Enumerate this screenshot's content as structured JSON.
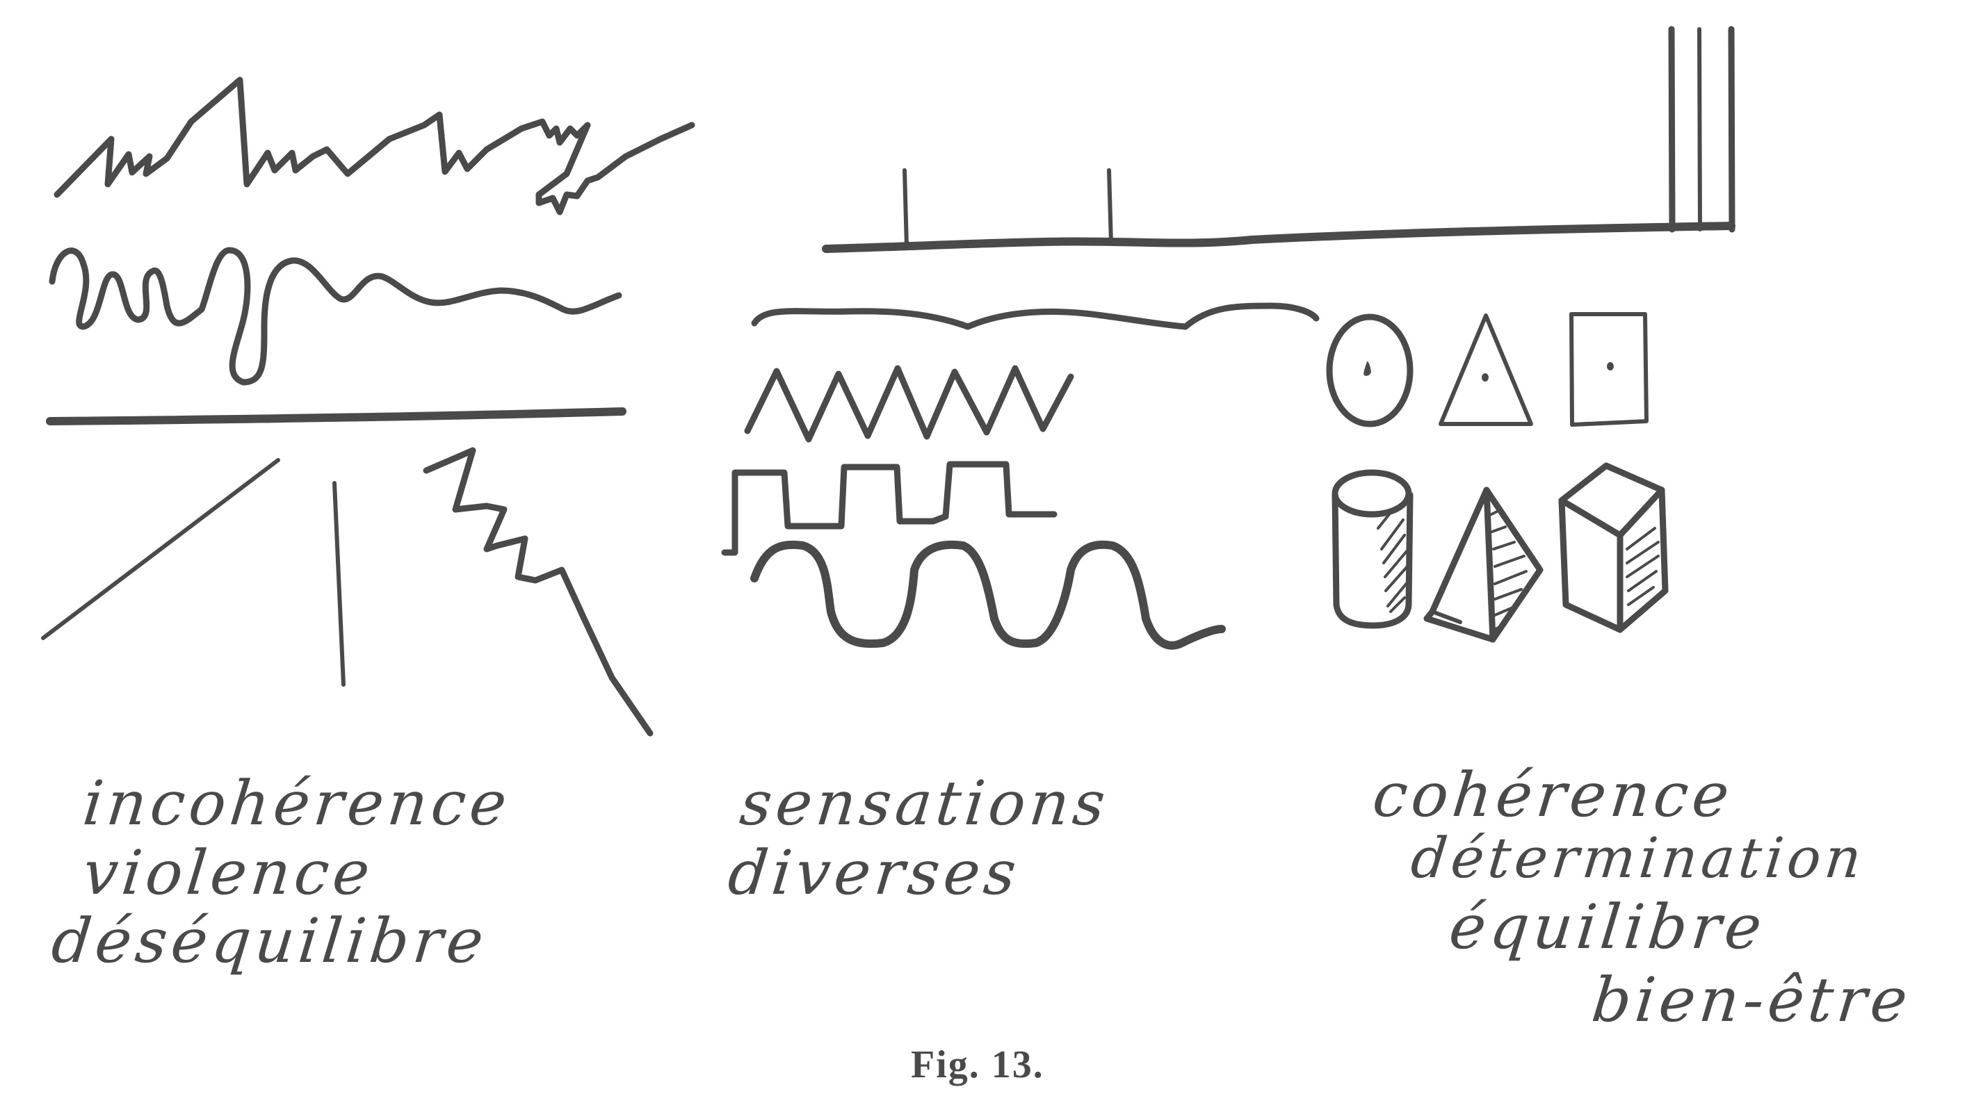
{
  "figure": {
    "caption": "Fig. 13.",
    "ink_color": "#4a4a4a",
    "background_color": "#ffffff"
  },
  "columns": [
    {
      "id": "left",
      "theme": "incoherence",
      "drawings": [
        "jagged-scribble-line",
        "irregular-meander-line",
        "horizontal-rule",
        "diagonal-line",
        "vertical-line",
        "descending-zigzag-line"
      ],
      "labels": [
        "incohérence",
        "violence",
        "déséquilibre"
      ]
    },
    {
      "id": "middle",
      "theme": "sensations",
      "drawings": [
        "scalloped-arc-line",
        "triangle-wave",
        "square-wave",
        "sine-wave"
      ],
      "labels": [
        "sensations",
        "diverses"
      ]
    },
    {
      "id": "right",
      "theme": "coherence",
      "drawings": [
        "baseline-with-ticks",
        "circle-with-center-dot",
        "triangle-with-center-dot",
        "square-with-center-dot",
        "shaded-cylinder",
        "shaded-pyramid",
        "shaded-cube"
      ],
      "labels": [
        "cohérence",
        "détermination",
        "équilibre",
        "bien-être"
      ]
    }
  ]
}
